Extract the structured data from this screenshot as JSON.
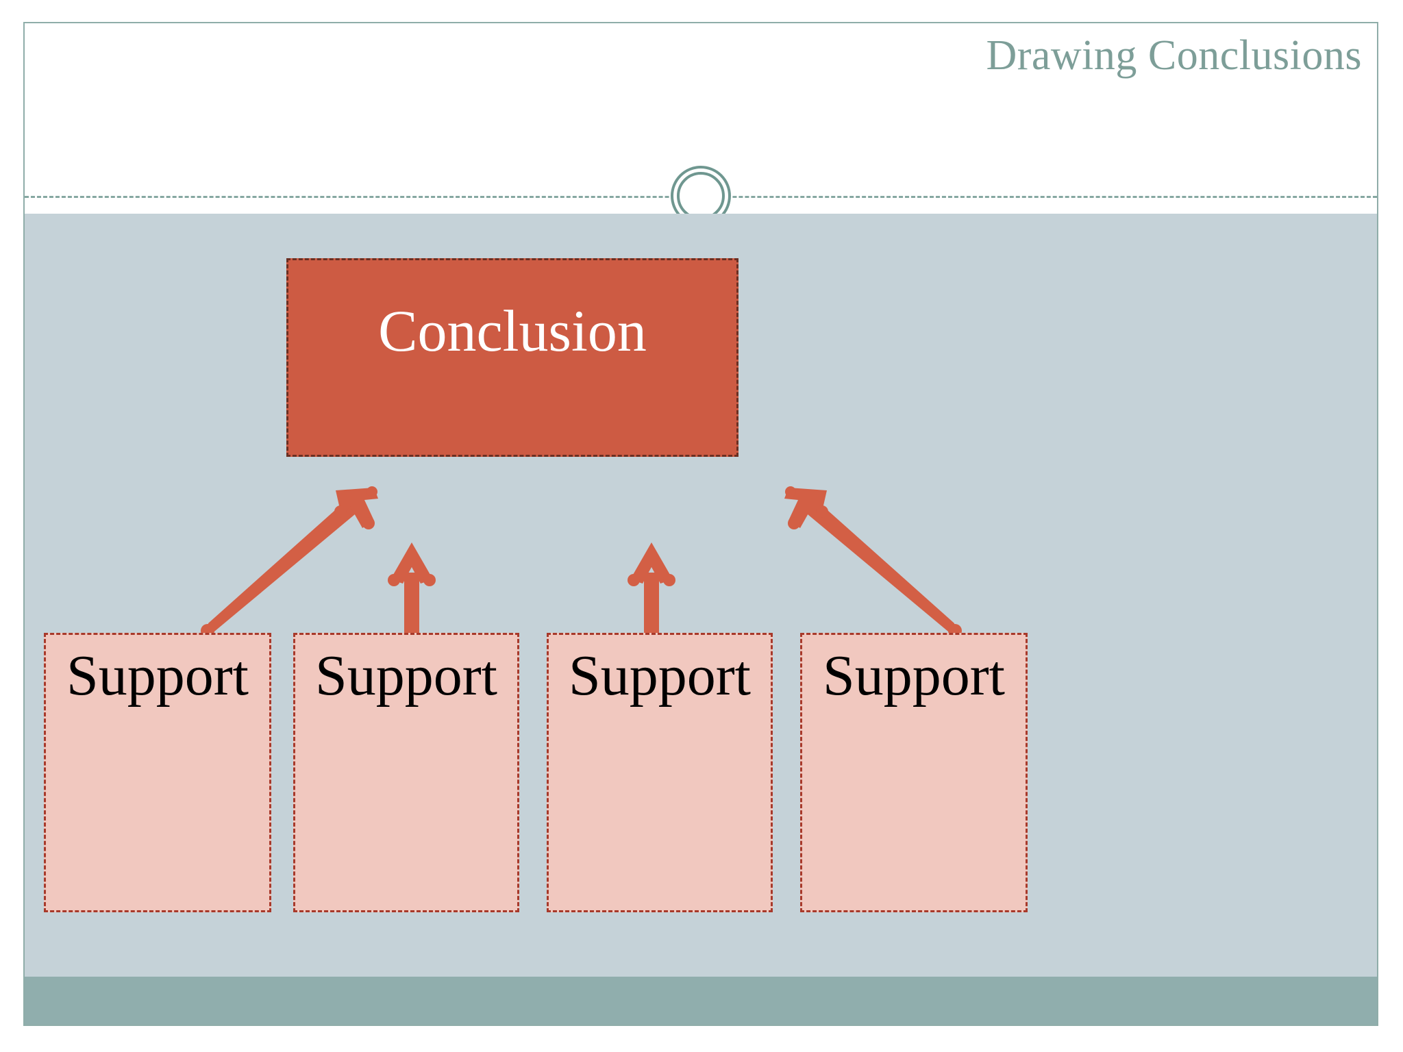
{
  "slide": {
    "title": "Drawing Conclusions",
    "accent_colors": {
      "title_text": "#7d9e98",
      "panel_background": "#c5d2d8",
      "footer_bar": "#90aead",
      "conclusion_fill": "#cd5b43",
      "conclusion_border": "#6b2f22",
      "conclusion_text": "#ffffff",
      "support_fill": "#f1c8bf",
      "support_border": "#a8392a",
      "support_text": "#000000",
      "arrow": "#d35f45",
      "divider": "#86a7a1",
      "slide_border": "#8fada9"
    }
  },
  "diagram": {
    "conclusion": {
      "label": "Conclusion"
    },
    "supports": [
      {
        "label": "Support"
      },
      {
        "label": "Support"
      },
      {
        "label": "Support"
      },
      {
        "label": "Support"
      }
    ],
    "arrows": [
      {
        "name": "arrow-left-diagonal",
        "direction": "up-right",
        "from_support": 0,
        "to": "conclusion"
      },
      {
        "name": "arrow-up-1",
        "direction": "up",
        "from_support": 1,
        "to": "conclusion"
      },
      {
        "name": "arrow-up-2",
        "direction": "up",
        "from_support": 2,
        "to": "conclusion"
      },
      {
        "name": "arrow-right-diagonal",
        "direction": "up-left",
        "from_support": 3,
        "to": "conclusion"
      }
    ]
  },
  "decorations": {
    "circle_badge": "double-ring-circle",
    "divider_style": "dashed"
  }
}
